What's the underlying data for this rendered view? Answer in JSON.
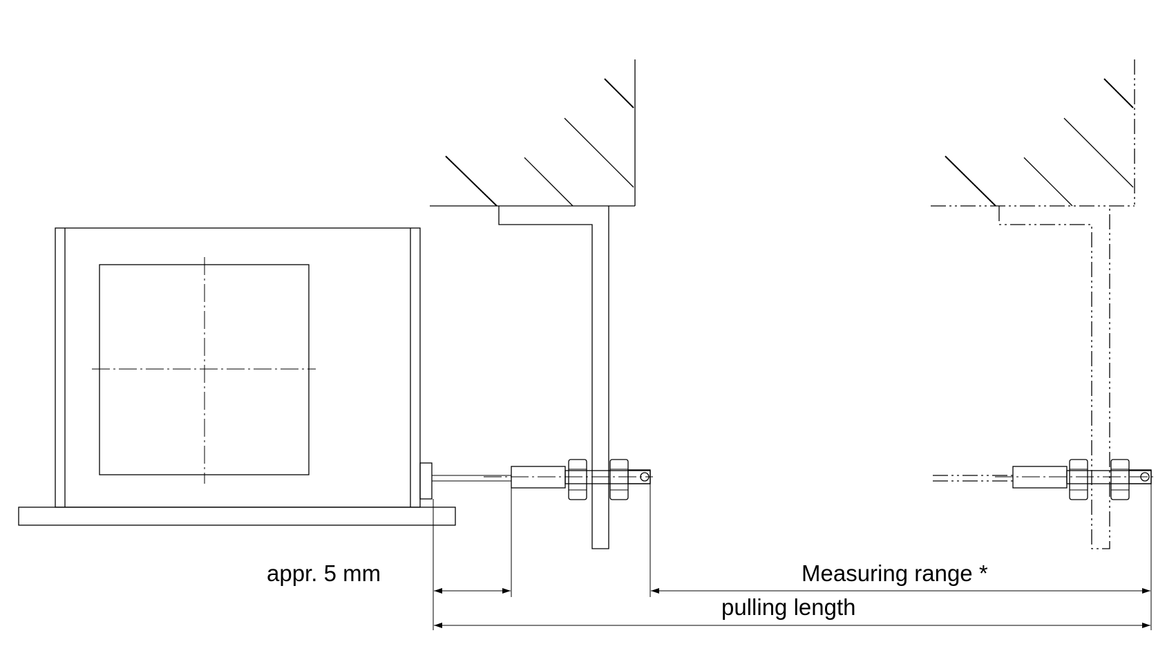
{
  "labels": {
    "gap": "appr. 5 mm",
    "measuring_range": "Measuring range *",
    "pulling_length": "pulling length"
  },
  "colors": {
    "line": "#000000",
    "background": "#ffffff"
  }
}
